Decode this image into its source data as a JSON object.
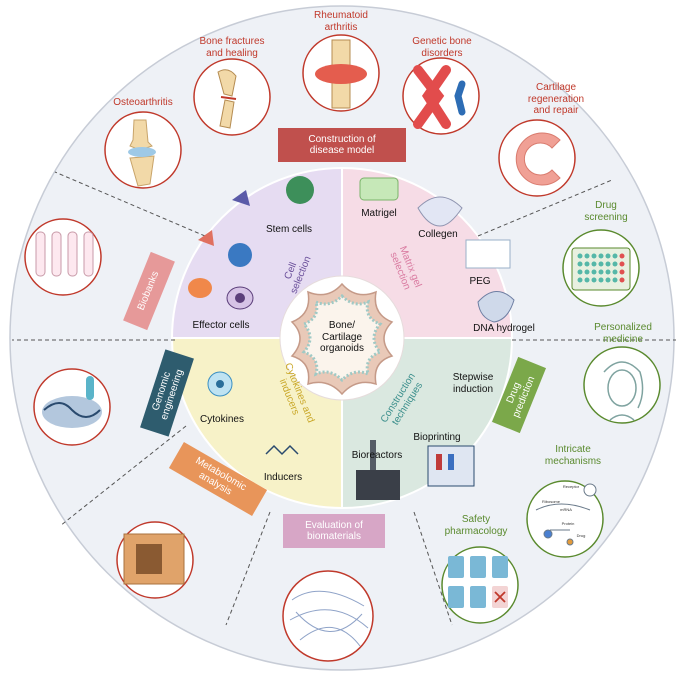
{
  "center": {
    "line1": "Bone/",
    "line2": "Cartilage",
    "line3": "organoids"
  },
  "header_box": {
    "line1": "Construction of",
    "line2": "disease model"
  },
  "footer_box": {
    "line1": "Evaluation of",
    "line2": "biomaterials"
  },
  "left_boxes": {
    "biobanks": "Biobanks",
    "genomic_line1": "Genomic",
    "genomic_line2": "engineering",
    "metabolomic_line1": "Metabolomic",
    "metabolomic_line2": "analysis"
  },
  "right_box": {
    "line1": "Drug",
    "line2": "prediction"
  },
  "outer_top": {
    "osteoarthritis": "Osteoarthritis",
    "fracture_line1": "Bone fractures",
    "fracture_line2": "and healing",
    "rheum_line1": "Rheumatoid",
    "rheum_line2": "arthritis",
    "genetic_line1": "Genetic bone",
    "genetic_line2": "disorders",
    "cartilage_line1": "Cartilage",
    "cartilage_line2": "regeneration",
    "cartilage_line3": "and repair"
  },
  "outer_right": {
    "screen_line1": "Drug",
    "screen_line2": "screening",
    "personal_line1": "Personalized",
    "personal_line2": "medicine",
    "intricate_line1": "Intricate",
    "intricate_line2": "mechanisms",
    "safety_line1": "Safety",
    "safety_line2": "pharmacology"
  },
  "mechanism_labels": {
    "receptor": "Receptor",
    "ribosome": "Ribosome",
    "mrna": "mRNA",
    "protein": "Protein",
    "drug": "Drug"
  },
  "quadrant_cells": {
    "stem": "Stem cells",
    "effector": "Effector cells",
    "title_line1": "Cell",
    "title_line2": "selection"
  },
  "quadrant_matrix": {
    "matrigel": "Matrigel",
    "collagen": "Collegen",
    "peg": "PEG",
    "dna": "DNA hydrogel",
    "title_line1": "Matrix gel",
    "title_line2": "selection"
  },
  "quadrant_cyto": {
    "cytokines": "Cytokines",
    "inducers": "Inducers",
    "title_line1": "Cytokines and",
    "title_line2": "inducers"
  },
  "quadrant_tech": {
    "stepwise_line1": "Stepwise",
    "stepwise_line2": "induction",
    "bioprinting": "Bioprinting",
    "bioreactors": "Bioreactors",
    "title_line1": "Construction",
    "title_line2": "techniques"
  },
  "colors": {
    "quad_cells": "#e6dcf2",
    "quad_matrix": "#f6dce6",
    "quad_cyto": "#f7f2c8",
    "quad_tech": "#dae8e0",
    "header_box": "#c0504d",
    "footer_box": "#d7a6c6",
    "biobanks_box": "#e69999",
    "genomic_box": "#2e5c6e",
    "metabolomic_box": "#e8955a",
    "drug_box": "#7ba84a",
    "outer_ring": "#eef1f6"
  }
}
